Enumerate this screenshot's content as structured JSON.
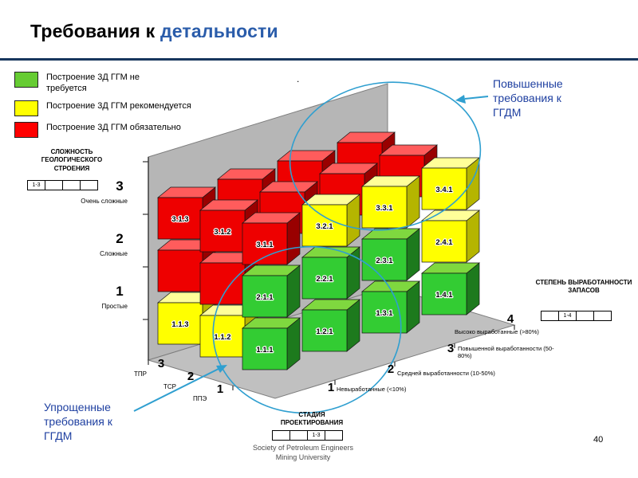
{
  "slide": {
    "title_black": "Требования к ",
    "title_blue": "детальности",
    "page_number": "40",
    "footer_line1": "Society of Petroleum Engineers",
    "footer_line2": "Mining University",
    "stray_mark": "."
  },
  "legend": {
    "items": [
      {
        "color": "#66cc33",
        "label": "Построение 3Д ГГМ не требуется"
      },
      {
        "color": "#ffff00",
        "label": "Построение 3Д ГГМ рекомендуется"
      },
      {
        "color": "#ff0000",
        "label": "Построение 3Д ГГМ обязательно"
      }
    ]
  },
  "axes": {
    "complexity": {
      "title": "СЛОЖНОСТЬ ГЕОЛОГИЧЕСКОГО СТРОЕНИЯ",
      "cells": [
        "1-3",
        "",
        "",
        ""
      ],
      "ticks": [
        {
          "value": "3",
          "label": "Очень сложные"
        },
        {
          "value": "2",
          "label": "Сложные"
        },
        {
          "value": "1",
          "label": "Простые"
        }
      ]
    },
    "stage": {
      "title": "СТАДИЯ ПРОЕКТИРОВАНИЯ",
      "cells": [
        "",
        "",
        "1-3",
        ""
      ],
      "ticks": [
        {
          "value": "3",
          "label": "ТПР"
        },
        {
          "value": "2",
          "label": "ТСР"
        },
        {
          "value": "1",
          "label": "ППЭ"
        }
      ]
    },
    "depletion": {
      "title": "СТЕПЕНЬ ВЫРАБОТАННОСТИ ЗАПАСОВ",
      "cells": [
        "",
        "1-4",
        "",
        ""
      ],
      "ticks": [
        {
          "value": "4",
          "label": "Высоко выработанные (>80%)"
        },
        {
          "value": "3",
          "label": "Повышенной выработанности (50-80%)"
        },
        {
          "value": "2",
          "label": "Средней выработанности (10-50%)"
        },
        {
          "value": "1",
          "label": "Невыработанные (<10%)"
        }
      ]
    }
  },
  "annotations": {
    "top": "Повышенные требования к ГГДМ",
    "bottom": "Упрощенные требования к ГГДМ"
  },
  "colors": {
    "green": {
      "face": "#33cc33",
      "top": "#7fd83f",
      "side": "#1d7a1d"
    },
    "yellow": {
      "face": "#ffff00",
      "top": "#ffff99",
      "side": "#b5b500"
    },
    "red": {
      "face": "#ee0000",
      "top": "#ff5c5c",
      "side": "#990000"
    },
    "callout": "#2f9fd0",
    "accent_blue": "#2a5caa",
    "divider": "#17365d",
    "annotation_text": "#1e3fa0"
  },
  "cubes": [
    {
      "c": 3,
      "d": 1,
      "s": 3,
      "color": "red",
      "label": "3.1.3"
    },
    {
      "c": 3,
      "d": 2,
      "s": 3,
      "color": "red",
      "label": ""
    },
    {
      "c": 3,
      "d": 3,
      "s": 3,
      "color": "red",
      "label": ""
    },
    {
      "c": 3,
      "d": 4,
      "s": 3,
      "color": "red",
      "label": ""
    },
    {
      "c": 3,
      "d": 1,
      "s": 2,
      "color": "red",
      "label": "3.1.2"
    },
    {
      "c": 3,
      "d": 2,
      "s": 2,
      "color": "red",
      "label": ""
    },
    {
      "c": 3,
      "d": 3,
      "s": 2,
      "color": "red",
      "label": ""
    },
    {
      "c": 3,
      "d": 4,
      "s": 2,
      "color": "red",
      "label": ""
    },
    {
      "c": 3,
      "d": 1,
      "s": 1,
      "color": "red",
      "label": "3.1.1"
    },
    {
      "c": 3,
      "d": 2,
      "s": 1,
      "color": "yellow",
      "label": "3.2.1"
    },
    {
      "c": 3,
      "d": 3,
      "s": 1,
      "color": "yellow",
      "label": "3.3.1"
    },
    {
      "c": 3,
      "d": 4,
      "s": 1,
      "color": "yellow",
      "label": "3.4.1"
    },
    {
      "c": 2,
      "d": 1,
      "s": 3,
      "color": "red",
      "label": ""
    },
    {
      "c": 2,
      "d": 1,
      "s": 2,
      "color": "red",
      "label": ""
    },
    {
      "c": 2,
      "d": 1,
      "s": 1,
      "color": "green",
      "label": "2.1.1"
    },
    {
      "c": 2,
      "d": 2,
      "s": 1,
      "color": "green",
      "label": "2.2.1"
    },
    {
      "c": 2,
      "d": 3,
      "s": 1,
      "color": "green",
      "label": "2.3.1"
    },
    {
      "c": 2,
      "d": 4,
      "s": 1,
      "color": "yellow",
      "label": "2.4.1"
    },
    {
      "c": 1,
      "d": 1,
      "s": 3,
      "color": "yellow",
      "label": "1.1.3"
    },
    {
      "c": 1,
      "d": 1,
      "s": 2,
      "color": "yellow",
      "label": "1.1.2"
    },
    {
      "c": 1,
      "d": 1,
      "s": 1,
      "color": "green",
      "label": "1.1.1"
    },
    {
      "c": 1,
      "d": 2,
      "s": 1,
      "color": "green",
      "label": "1.2.1"
    },
    {
      "c": 1,
      "d": 3,
      "s": 1,
      "color": "green",
      "label": "1.3.1"
    },
    {
      "c": 1,
      "d": 4,
      "s": 1,
      "color": "green",
      "label": "1.4.1"
    }
  ]
}
